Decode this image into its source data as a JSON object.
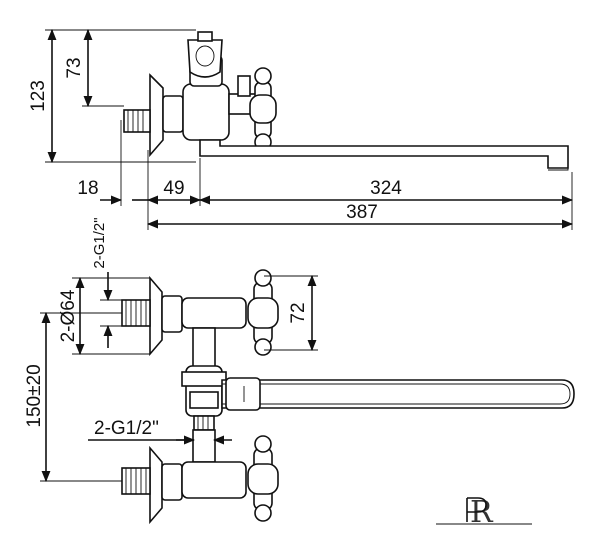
{
  "dimensions": {
    "top_height_total": "123",
    "top_height_upper": "73",
    "wall_offset": "18",
    "body_offset": "49",
    "spout_length": "324",
    "total_length": "387",
    "thread_top": "2-G1/2\"",
    "flange_diameter": "2-Ø64",
    "handle_height": "72",
    "center_distance": "150±20",
    "thread_bottom": "2-G1/2\""
  },
  "logo": {
    "text": "R"
  }
}
